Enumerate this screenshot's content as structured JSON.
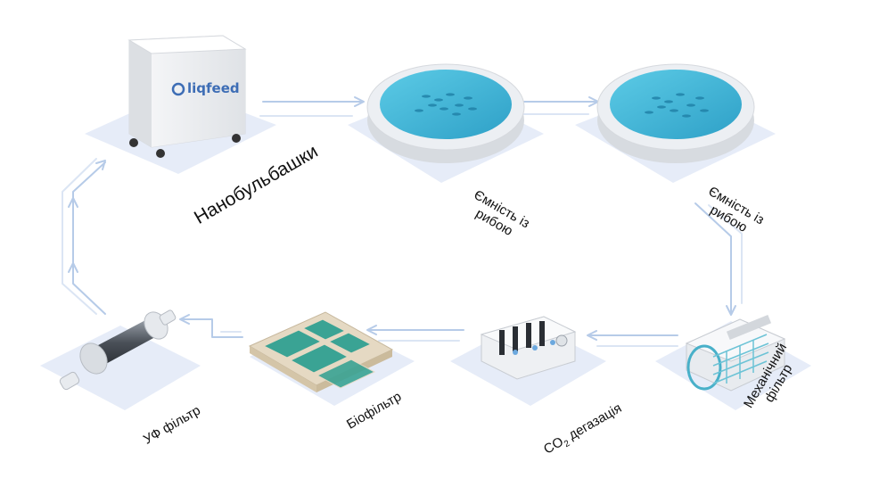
{
  "labels": {
    "nanobubbles": "Нанобульбашки",
    "tank1_line1": "Ємність із",
    "tank1_line2": "рибою",
    "tank2_line1": "Ємність із",
    "tank2_line2": "рибою",
    "mech_line1": "Механічний",
    "mech_line2": "фільтр",
    "co2": "CO",
    "co2_sub": "2",
    "co2_rest": " дегазація",
    "biofilter": "Біофільтр",
    "uv": "УФ фільтр"
  },
  "brand": {
    "text": "liqfeed"
  },
  "colors": {
    "platform": "#e6ecf8",
    "arrow": "#b6cbe8",
    "water": "#47b8d8",
    "water_dark": "#2fa2c8",
    "tank_rim": "#eceff3",
    "bio_water": "#3aa394",
    "brand_blue": "#3d6db5"
  }
}
